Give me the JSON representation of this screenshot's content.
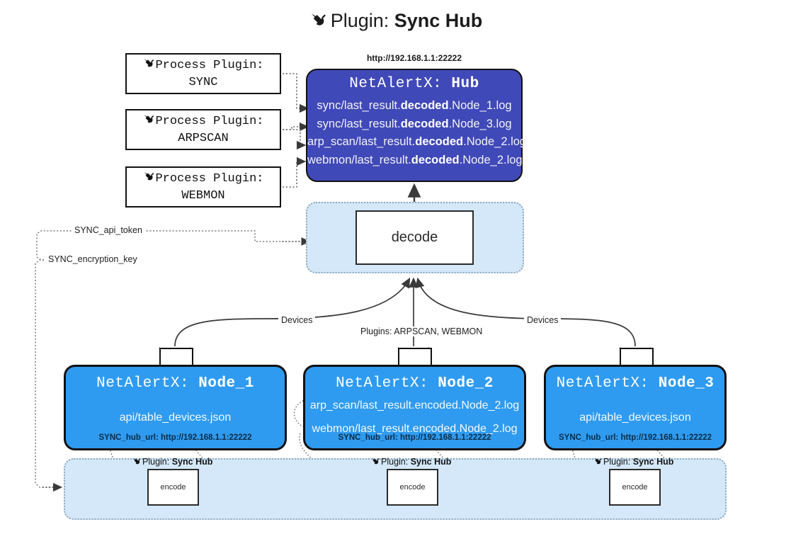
{
  "title": {
    "icon": "plug-icon",
    "prefix": "Plugin:",
    "name": "Sync Hub"
  },
  "process_plugins": [
    {
      "icon": "plug-icon",
      "line1": "Process Plugin:",
      "line2": "SYNC"
    },
    {
      "icon": "plug-icon",
      "line1": "Process Plugin:",
      "line2": "ARPSCAN"
    },
    {
      "icon": "plug-icon",
      "line1": "Process Plugin:",
      "line2": "WEBMON"
    }
  ],
  "hub": {
    "url": "http://192.168.1.1:22222",
    "title_prefix": "NetAlertX:",
    "title_name": "Hub",
    "lines": [
      {
        "pre": "sync/last_result.",
        "em": "decoded",
        "post": ".Node_1.log"
      },
      {
        "pre": "sync/last_result.",
        "em": "decoded",
        "post": ".Node_3.log"
      },
      {
        "pre": "arp_scan/last_result.",
        "em": "decoded",
        "post": ".Node_2.log"
      },
      {
        "pre": "webmon/last_result.",
        "em": "decoded",
        "post": ".Node_2.log"
      }
    ]
  },
  "decode": {
    "label": "decode"
  },
  "edge_labels": {
    "devices_left": "Devices",
    "devices_right": "Devices",
    "plugins": "Plugins: ARPSCAN, WEBMON",
    "api_token": "SYNC_api_token",
    "encryption_key": "SYNC_encryption_key"
  },
  "nodes": [
    {
      "icon": "envelope-icon",
      "title_prefix": "NetAlertX:",
      "title_name": "Node_1",
      "lines": [
        "api/table_devices.json"
      ],
      "hub_url_label": "SYNC_hub_url: http://192.168.1.1:22222"
    },
    {
      "icon": "envelope-icon",
      "title_prefix": "NetAlertX:",
      "title_name": "Node_2",
      "lines": [
        "arp_scan/last_result.encoded.Node_2.log",
        "webmon/last_result.encoded.Node_2.log"
      ],
      "hub_url_label": "SYNC_hub_url: http://192.168.1.1:22222"
    },
    {
      "icon": "envelope-icon",
      "title_prefix": "NetAlertX:",
      "title_name": "Node_3",
      "lines": [
        "api/table_devices.json"
      ],
      "hub_url_label": "SYNC_hub_url: http://192.168.1.1:22222"
    }
  ],
  "encoders": [
    {
      "plugin_prefix": "Plugin:",
      "plugin_name": "Sync Hub",
      "label": "encode"
    },
    {
      "plugin_prefix": "Plugin:",
      "plugin_name": "Sync Hub",
      "label": "encode"
    },
    {
      "plugin_prefix": "Plugin:",
      "plugin_name": "Sync Hub",
      "label": "encode"
    }
  ],
  "colors": {
    "hub_fill": "#4049b8",
    "node_fill": "#2f9bf0",
    "container_fill": "#d4e8fa",
    "container_border": "#8fa7b8",
    "stroke": "#111111",
    "background": "#ffffff"
  }
}
